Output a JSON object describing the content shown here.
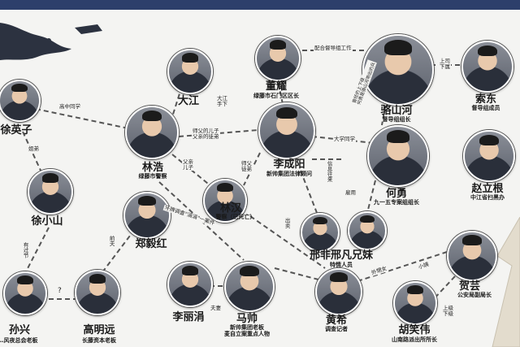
{
  "colors": {
    "background": "#f4f4f2",
    "line": "#555555",
    "top_bar": "#2d3f6b"
  },
  "nodes": [
    {
      "id": "xu-yingzi",
      "name": "徐英子",
      "role": ""
    },
    {
      "id": "xu-xiaoshan",
      "name": "徐小山",
      "role": ""
    },
    {
      "id": "sun-xing",
      "name": "孙兴",
      "role": "…风夜总会老板"
    },
    {
      "id": "gao-mingyuan",
      "name": "高明远",
      "role": "长藤资本老板"
    },
    {
      "id": "zheng-yihong",
      "name": "郑毅红",
      "role": ""
    },
    {
      "id": "lin-hao",
      "name": "林浩",
      "role": "绿藤市警察"
    },
    {
      "id": "da-jiang",
      "name": "大江",
      "role": ""
    },
    {
      "id": "dong-yao",
      "name": "董耀",
      "role": "绿藤市石门区区长"
    },
    {
      "id": "li-chengyang",
      "name": "李成阳",
      "role": "新帅集团法律顾问"
    },
    {
      "id": "lin-han",
      "name": "林汉",
      "role": "警察（已死亡）"
    },
    {
      "id": "xingfei-xingfan",
      "name": "邢非邢凡兄妹",
      "role": "特情人员"
    },
    {
      "id": "li-lijuan",
      "name": "李丽涓",
      "role": ""
    },
    {
      "id": "ma-shuai",
      "name": "马帅",
      "role": "新帅集团老板\n麦自立案重点人物"
    },
    {
      "id": "huang-xi",
      "name": "黄希",
      "role": "调查记者"
    },
    {
      "id": "luo-shanhe",
      "name": "骆山河",
      "role": "督导组组长"
    },
    {
      "id": "suo-dong",
      "name": "索东",
      "role": "督导组成员"
    },
    {
      "id": "he-yong",
      "name": "何勇",
      "role": "九一五专案组组长"
    },
    {
      "id": "zhao-ligen",
      "name": "赵立根",
      "role": "中江省扫黑办"
    },
    {
      "id": "he-yun",
      "name": "贺芸",
      "role": "公安局副局长"
    },
    {
      "id": "hu-xiaowei",
      "name": "胡笑伟",
      "role": "山南路派出所所长"
    }
  ],
  "edges": [
    {
      "id": "xu-yingzi--lin-hao",
      "label": "高中同学"
    },
    {
      "id": "xu-yingzi--xu-xiaoshan",
      "label": "姐弟"
    },
    {
      "id": "xu-xiaoshan--sun-xing",
      "label": "有过节"
    },
    {
      "id": "sun-xing--gao-mingyuan",
      "label": "?"
    },
    {
      "id": "gao-mingyuan--zheng-yihong",
      "label": "前夫"
    },
    {
      "id": "lin-hao--da-jiang",
      "label": "大江手下"
    },
    {
      "id": "lin-hao--li-chengyang",
      "label": "师父的儿子\n父亲的徒弟"
    },
    {
      "id": "lin-hao--lin-han",
      "label": "父亲\n儿子"
    },
    {
      "id": "lin-hao--ma-shuai",
      "label": "牙牌调查\"涓涓\"一案件"
    },
    {
      "id": "li-chengyang--lin-han",
      "label": "师父\n徒弟"
    },
    {
      "id": "li-chengyang--dong-yao",
      "label": ""
    },
    {
      "id": "li-chengyang--xingfei-xingfan",
      "label": "出卖"
    },
    {
      "id": "li-chengyang--he-yong",
      "label": "大学同学"
    },
    {
      "id": "dong-yao--luo-shanhe",
      "label": "配合督导组工作"
    },
    {
      "id": "luo-shanhe--suo-dong",
      "label": "上司\n下属"
    },
    {
      "id": "luo-shanhe--he-yong",
      "label": "曾经的上下级\n何勇是骆山河带出的兵"
    },
    {
      "id": "he-yong--xingfei-xingfan",
      "label": "雇用"
    },
    {
      "id": "he-yong--li-chengyang-2",
      "label": "信息往来"
    },
    {
      "id": "li-lijuan--ma-shuai",
      "label": "夫妻"
    },
    {
      "id": "huang-xi--he-yun",
      "label": "外甥女"
    },
    {
      "id": "he-yun--hu-xiaowei",
      "label": "上级\n下级"
    },
    {
      "id": "he-yun--huang-xi-2",
      "label": "小姨"
    }
  ]
}
